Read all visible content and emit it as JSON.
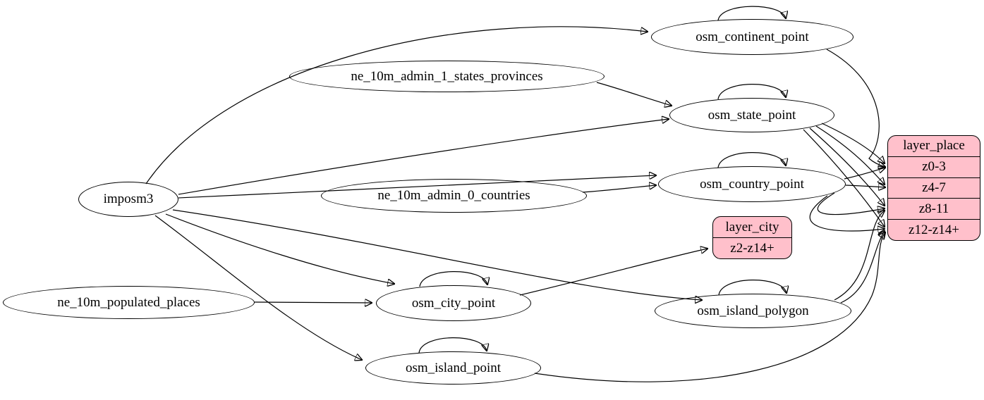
{
  "diagram": {
    "kind": "etl-graph",
    "colors": {
      "layer_fill": "#ffc0cb",
      "stroke": "#000000",
      "background": "#ffffff"
    },
    "nodes": {
      "imposm3": {
        "label": "imposm3"
      },
      "ne_states": {
        "label": "ne_10m_admin_1_states_provinces"
      },
      "ne_countries": {
        "label": "ne_10m_admin_0_countries"
      },
      "ne_places": {
        "label": "ne_10m_populated_places"
      },
      "continent": {
        "label": "osm_continent_point"
      },
      "state": {
        "label": "osm_state_point"
      },
      "country": {
        "label": "osm_country_point"
      },
      "city": {
        "label": "osm_city_point"
      },
      "island_polygon": {
        "label": "osm_island_polygon"
      },
      "island_point": {
        "label": "osm_island_point"
      },
      "layer_city": {
        "title": "layer_city",
        "rows": [
          "z2-z14+"
        ]
      },
      "layer_place": {
        "title": "layer_place",
        "rows": [
          "z0-3",
          "z4-7",
          "z8-11",
          "z12-z14+"
        ]
      }
    },
    "edges": [
      {
        "from": "imposm3",
        "to": "osm_continent_point"
      },
      {
        "from": "imposm3",
        "to": "osm_state_point"
      },
      {
        "from": "imposm3",
        "to": "osm_country_point"
      },
      {
        "from": "imposm3",
        "to": "osm_city_point"
      },
      {
        "from": "imposm3",
        "to": "osm_island_polygon"
      },
      {
        "from": "imposm3",
        "to": "osm_island_point"
      },
      {
        "from": "ne_10m_admin_1_states_provinces",
        "to": "osm_state_point"
      },
      {
        "from": "ne_10m_admin_0_countries",
        "to": "osm_country_point"
      },
      {
        "from": "ne_10m_populated_places",
        "to": "osm_city_point"
      },
      {
        "from": "osm_continent_point",
        "to": "osm_continent_point"
      },
      {
        "from": "osm_state_point",
        "to": "osm_state_point"
      },
      {
        "from": "osm_country_point",
        "to": "osm_country_point"
      },
      {
        "from": "osm_city_point",
        "to": "osm_city_point"
      },
      {
        "from": "osm_island_polygon",
        "to": "osm_island_polygon"
      },
      {
        "from": "osm_island_point",
        "to": "osm_island_point"
      },
      {
        "from": "osm_continent_point",
        "to": "layer_place:z0-3"
      },
      {
        "from": "osm_state_point",
        "to": "layer_place:z0-3"
      },
      {
        "from": "osm_state_point",
        "to": "layer_place:z4-7"
      },
      {
        "from": "osm_state_point",
        "to": "layer_place:z8-11"
      },
      {
        "from": "osm_state_point",
        "to": "layer_place:z12-z14+"
      },
      {
        "from": "osm_country_point",
        "to": "layer_place:z0-3"
      },
      {
        "from": "osm_country_point",
        "to": "layer_place:z4-7"
      },
      {
        "from": "osm_country_point",
        "to": "layer_place:z8-11"
      },
      {
        "from": "osm_country_point",
        "to": "layer_place:z12-z14+"
      },
      {
        "from": "osm_city_point",
        "to": "layer_city:z2-z14+"
      },
      {
        "from": "osm_island_polygon",
        "to": "layer_place:z8-11"
      },
      {
        "from": "osm_island_polygon",
        "to": "layer_place:z12-z14+"
      },
      {
        "from": "osm_island_point",
        "to": "layer_place:z12-z14+"
      }
    ]
  }
}
